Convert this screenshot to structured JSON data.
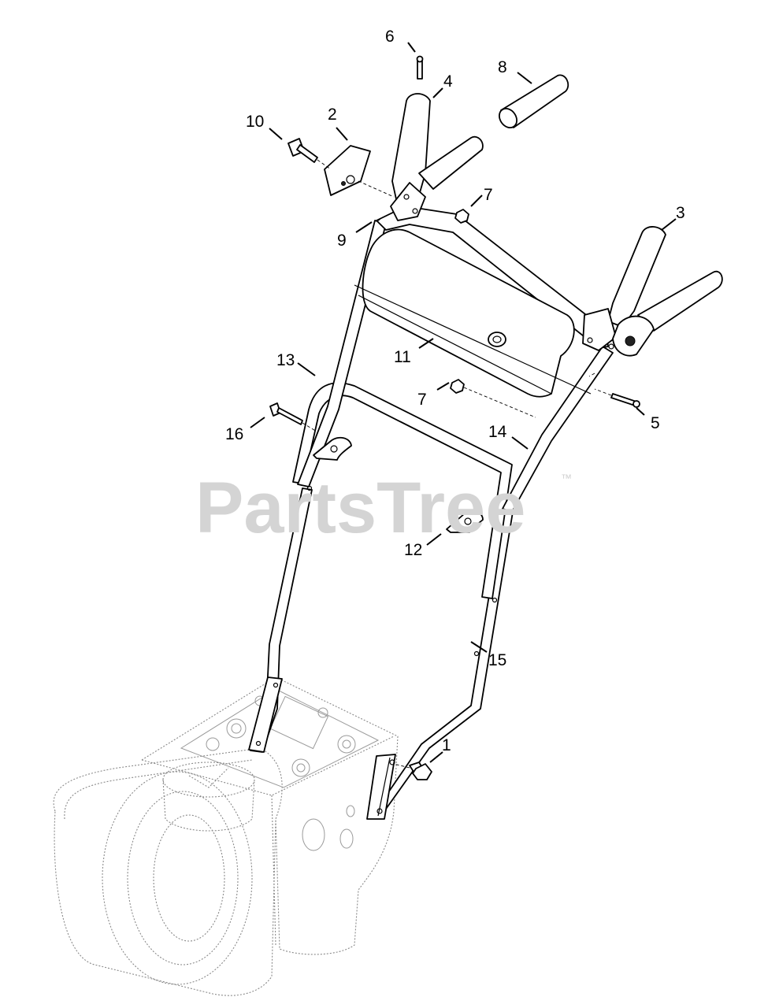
{
  "watermark": {
    "text": "PartsTree",
    "trademark": "™"
  },
  "callouts": [
    {
      "id": "1",
      "label": "1"
    },
    {
      "id": "2",
      "label": "2"
    },
    {
      "id": "3",
      "label": "3"
    },
    {
      "id": "4",
      "label": "4"
    },
    {
      "id": "5",
      "label": "5"
    },
    {
      "id": "6",
      "label": "6"
    },
    {
      "id": "7a",
      "label": "7"
    },
    {
      "id": "7b",
      "label": "7"
    },
    {
      "id": "8",
      "label": "8"
    },
    {
      "id": "9",
      "label": "9"
    },
    {
      "id": "10",
      "label": "10"
    },
    {
      "id": "11",
      "label": "11"
    },
    {
      "id": "12",
      "label": "12"
    },
    {
      "id": "13",
      "label": "13"
    },
    {
      "id": "14",
      "label": "14"
    },
    {
      "id": "15",
      "label": "15"
    },
    {
      "id": "16",
      "label": "16"
    }
  ]
}
